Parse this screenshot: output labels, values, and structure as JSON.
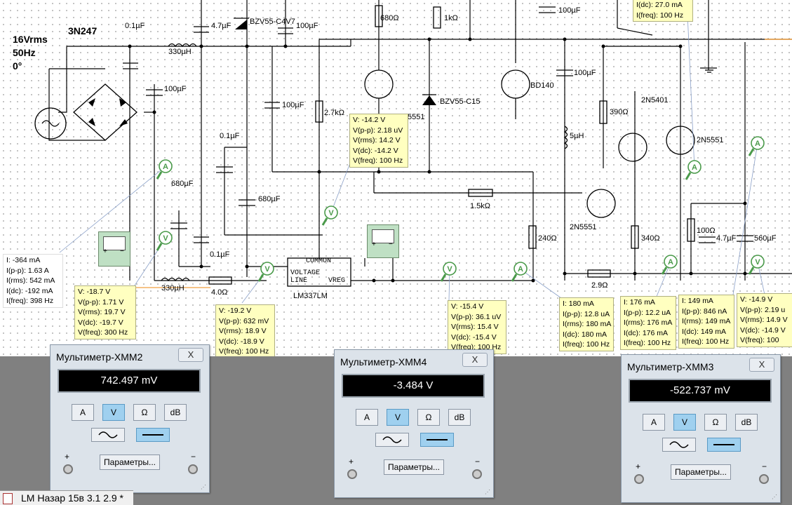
{
  "source": {
    "voltage": "16Vrms",
    "frequency": "50Hz",
    "phase": "0°"
  },
  "labels": {
    "bridge": "3N247",
    "c_in_filter": "0.1µF",
    "l_in": "330µH",
    "c_bulk1": "100µF",
    "c_zener": "4.7µF",
    "zener_top": "BZV55-C4V7",
    "c_top": "100µF",
    "r_680": "680Ω",
    "r_1k": "1kΩ",
    "c_100_right": "100µF",
    "c_mid_100": "100µF",
    "r_2k7": "2.7kΩ",
    "zener_mid": "BZV55-C15",
    "q_bd140": "BD140",
    "q_5551_partial": "5551",
    "c_01_mid": "0.1µF",
    "c_680_mid": "680µF",
    "r_680_left": "680µF",
    "c_01_low": "0.1µF",
    "l_low": "330µH",
    "r_4": "4.0Ω",
    "reg_common": "COMMON",
    "reg_voltage": "VOLTAGE",
    "reg_line": "LINE",
    "reg_vreg": "VREG",
    "reg_name": "LM337LM",
    "r_1k5": "1.5kΩ",
    "r_240": "240Ω",
    "l_5u": "5µH",
    "c_100_r2": "100µF",
    "r_390": "390Ω",
    "q_2n5401": "2N5401",
    "q_2n5551_a": "2N5551",
    "q_2n5551_b": "2N5551",
    "r_340": "340Ω",
    "r_100": "100Ω",
    "c_4u7": "4.7µF",
    "c_560": "560µF",
    "r_2_9": "2.9Ω"
  },
  "probes": {
    "p_top_right": [
      "I(dc): 27.0 mA",
      "I(freq): 100 Hz"
    ],
    "p_center": [
      "V: -14.2 V",
      "V(p-p): 2.18 uV",
      "V(rms): 14.2 V",
      "V(dc): -14.2 V",
      "V(freq): 100 Hz"
    ],
    "p_left_current": [
      "I: -364 mA",
      "I(p-p): 1.63 A",
      "I(rms): 542 mA",
      "I(dc): -192 mA",
      "I(freq): 398 Hz"
    ],
    "p_left_voltage": [
      "V: -18.7 V",
      "V(p-p): 1.71 V",
      "V(rms): 19.7 V",
      "V(dc): -19.7 V",
      "V(freq): 300 Hz"
    ],
    "p_reg_in": [
      "V: -19.2 V",
      "V(p-p): 632 mV",
      "V(rms): 18.9 V",
      "V(dc): -18.9 V",
      "V(freq): 100 Hz"
    ],
    "p_reg_out": [
      "V: -15.4 V",
      "V(p-p): 36.1 uV",
      "V(rms): 15.4 V",
      "V(dc): -15.4 V",
      "V(freq): 100 Hz"
    ],
    "p_i180": [
      "I: 180 mA",
      "I(p-p): 12.8 uA",
      "I(rms): 180 mA",
      "I(dc): 180 mA",
      "I(freq): 100 Hz"
    ],
    "p_i176": [
      "I: 176 mA",
      "I(p-p): 12.2 uA",
      "I(rms): 176 mA",
      "I(dc): 176 mA",
      "I(freq): 100 Hz"
    ],
    "p_i149": [
      "I: 149 mA",
      "I(p-p): 846 nA",
      "I(rms): 149 mA",
      "I(dc): 149 mA",
      "I(freq): 100 Hz"
    ],
    "p_out": [
      "V: -14.9 V",
      "V(p-p): 2.19 u",
      "V(rms): 14.9 V",
      "V(dc): -14.9 V",
      "V(freq): 100"
    ]
  },
  "probe_glyphs": {
    "voltage": "V",
    "current": "A"
  },
  "meter_labels": {
    "plus": "+",
    "minus": "−"
  },
  "multimeters": [
    {
      "title": "Мультиметр-XMM2",
      "display": "742.497 mV",
      "close": "X"
    },
    {
      "title": "Мультиметр-XMM4",
      "display": "-3.484 V",
      "close": "X"
    },
    {
      "title": "Мультиметр-XMM3",
      "display": "-522.737 mV",
      "close": "X"
    }
  ],
  "multimeter_buttons": {
    "amps": "A",
    "volts": "V",
    "ohms": "Ω",
    "db": "dB",
    "params": "Параметры...",
    "selected": "V",
    "mode_selected": "dc"
  },
  "statusbar": {
    "document": "LM Назар 15в 3.1 2.9 *"
  },
  "colors": {
    "probe_bg": "#ffffc0",
    "probe_icon": "#4a9a4a",
    "selected_button": "#9fd0ef",
    "display_bg": "#000000"
  }
}
